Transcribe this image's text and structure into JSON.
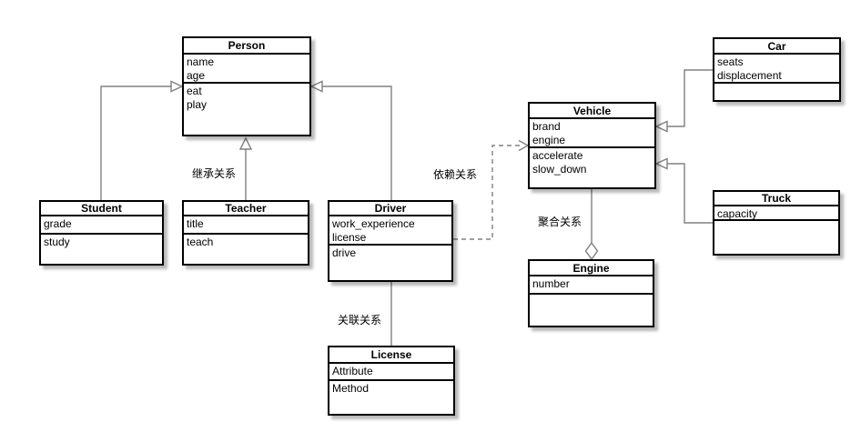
{
  "diagram": {
    "type": "uml-class-diagram",
    "classes": {
      "person": {
        "title": "Person",
        "attributes": [
          "name",
          "age"
        ],
        "methods": [
          "eat",
          "play"
        ]
      },
      "student": {
        "title": "Student",
        "attributes": [
          "grade"
        ],
        "methods": [
          "study"
        ]
      },
      "teacher": {
        "title": "Teacher",
        "attributes": [
          "title"
        ],
        "methods": [
          "teach"
        ]
      },
      "driver": {
        "title": "Driver",
        "attributes": [
          "work_experience",
          "license"
        ],
        "methods": [
          "drive"
        ]
      },
      "license": {
        "title": "License",
        "attributes": [
          "Attribute"
        ],
        "methods": [
          "Method"
        ]
      },
      "vehicle": {
        "title": "Vehicle",
        "attributes": [
          "brand",
          "engine"
        ],
        "methods": [
          "accelerate",
          "slow_down"
        ]
      },
      "engine": {
        "title": "Engine",
        "attributes": [
          "number"
        ],
        "methods": []
      },
      "car": {
        "title": "Car",
        "attributes": [
          "seats",
          "displacement"
        ],
        "methods": []
      },
      "truck": {
        "title": "Truck",
        "attributes": [
          "capacity"
        ],
        "methods": []
      }
    },
    "edge_labels": {
      "inheritance": "继承关系",
      "dependency": "依赖关系",
      "association": "关联关系",
      "aggregation": "聚合关系"
    },
    "relationships": [
      {
        "from": "Student",
        "to": "Person",
        "type": "inheritance"
      },
      {
        "from": "Teacher",
        "to": "Person",
        "type": "inheritance",
        "label": "继承关系"
      },
      {
        "from": "Driver",
        "to": "Person",
        "type": "inheritance"
      },
      {
        "from": "Car",
        "to": "Vehicle",
        "type": "inheritance"
      },
      {
        "from": "Truck",
        "to": "Vehicle",
        "type": "inheritance"
      },
      {
        "from": "Driver",
        "to": "Vehicle",
        "type": "dependency",
        "label": "依赖关系"
      },
      {
        "from": "Vehicle",
        "to": "Engine",
        "type": "aggregation",
        "label": "聚合关系"
      },
      {
        "from": "Driver",
        "to": "License",
        "type": "association",
        "label": "关联关系"
      }
    ],
    "colors": {
      "box_border": "#000000",
      "box_fill": "#ffffff",
      "edge": "#808080",
      "background": "#ffffff",
      "text": "#000000"
    }
  }
}
